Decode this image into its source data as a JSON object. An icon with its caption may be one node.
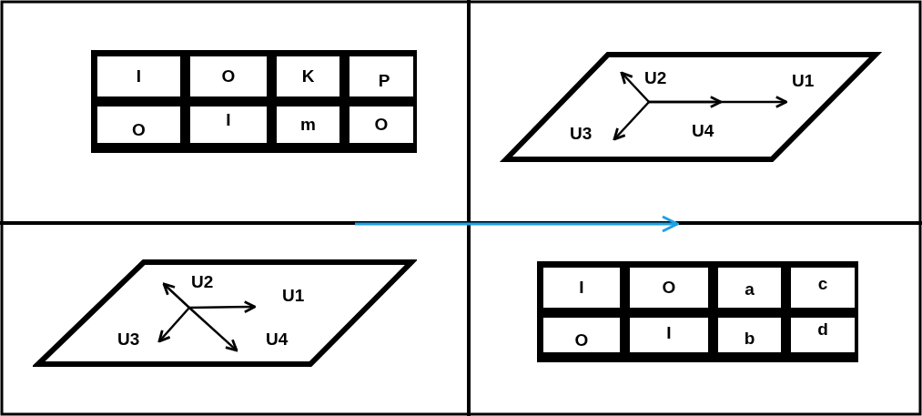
{
  "diagram": {
    "nodes": [
      {
        "text": [
          "U2",
          "U1",
          "U3",
          "U4"
        ]
      },
      {
        "text": [
          "U2",
          "U1",
          "U3",
          "U4"
        ]
      }
    ],
    "labels": [
      "I",
      "O",
      "K",
      "P",
      "O",
      "I",
      "m",
      "O",
      "I",
      "O",
      "a",
      "c",
      "O",
      "I",
      "b",
      "d"
    ]
  }
}
